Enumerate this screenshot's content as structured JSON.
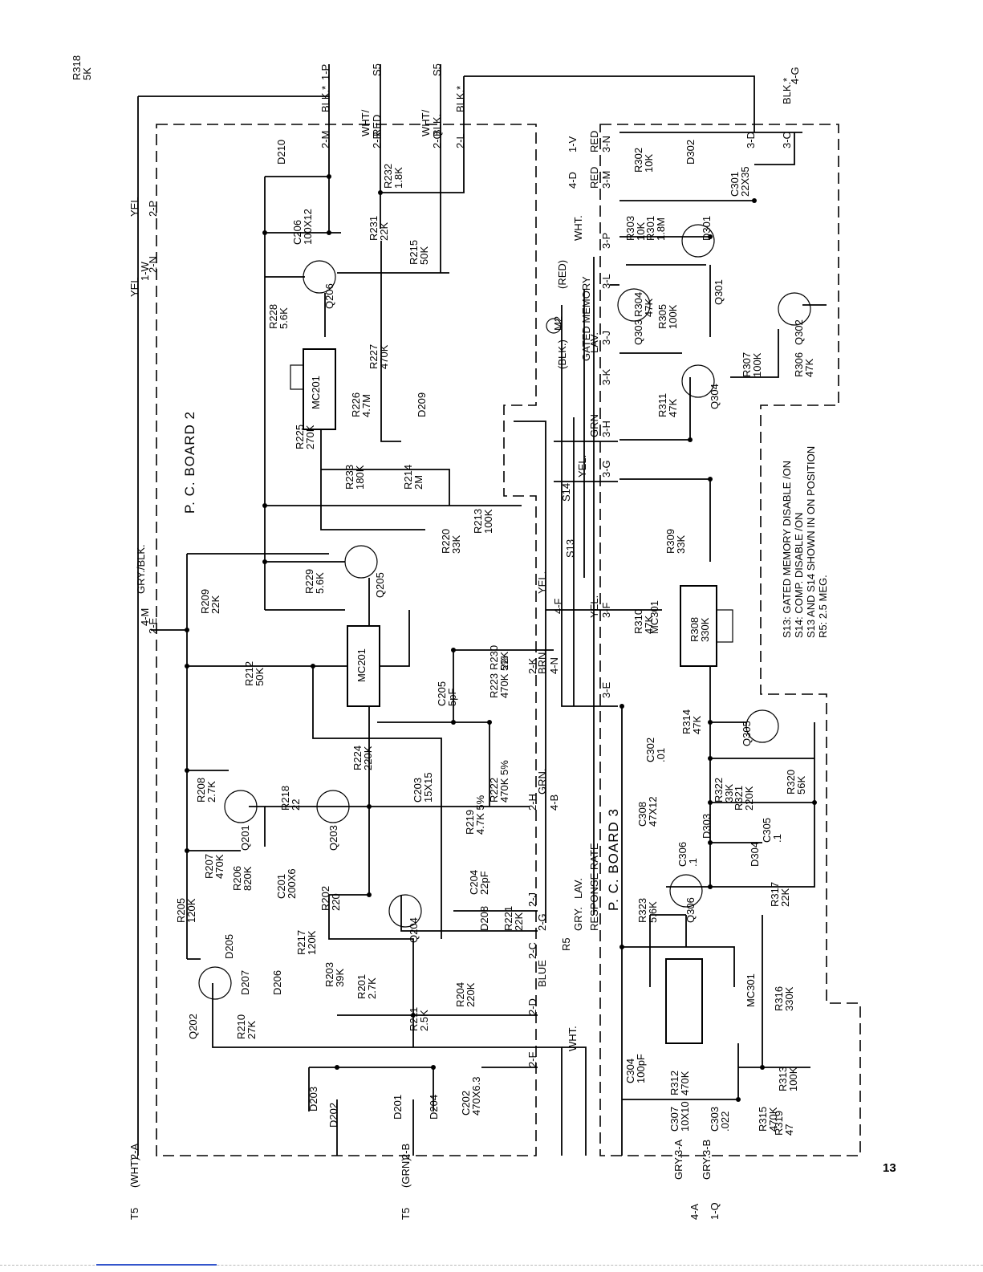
{
  "page": {
    "number": "13"
  },
  "boards": [
    {
      "label": "P. C. BOARD 2"
    },
    {
      "label": "P. C. BOARD 3"
    }
  ],
  "notes": [
    "S13: GATED MEMORY DISABLE /ON",
    "S14: COMP. DISABLE /ON",
    "S13 AND S14 SHOWN IN ON POSITION",
    "R5: 2.5 MEG."
  ],
  "connectors": [
    "1-P",
    "S5",
    "S5",
    "2-M",
    "BLK.*",
    "WHT/",
    "RED",
    "2-R",
    "WHT/",
    "BLK.",
    "2-Q",
    "2-L",
    "BLK.*",
    "YEL",
    "2-P",
    "1-W",
    "YEL",
    "2-N",
    "4-M",
    "GRY./BLK.",
    "2-E",
    "T5",
    "(WHT)",
    "2-A",
    "T5",
    "(GRN)",
    "2-B",
    "2-F",
    "2-D",
    "2-C",
    "2-G",
    "BLUE",
    "GRY.",
    "LAV.",
    "2-J",
    "2-H",
    "GRN.",
    "4-B",
    "2-K",
    "BRN.",
    "4-N",
    "YEL.",
    "4-F",
    "YEL.",
    "3-F",
    "3-E",
    "3-G",
    "3-H",
    "GRN",
    "3-K",
    "LAV.",
    "3-J",
    "3-L",
    "3-P",
    "WHT.",
    "3-M",
    "RED",
    "4-D",
    "3-N",
    "RED",
    "1-V",
    "3-D",
    "3-C",
    "BLK.*",
    "4-G",
    "3-A",
    "GRY.",
    "4-A",
    "3-B",
    "GRY.",
    "1-Q",
    "WHT.",
    "RESPONSE RATE",
    "R5",
    "(BLK.)",
    "(RED)",
    "GATED MEMORY",
    "M2",
    "YEL."
  ],
  "components": [
    {
      "ref": "D210"
    },
    {
      "ref": "R232",
      "value": "1.8K"
    },
    {
      "ref": "C206",
      "value": "100X12"
    },
    {
      "ref": "R231",
      "value": "22K"
    },
    {
      "ref": "R215",
      "value": "50K"
    },
    {
      "ref": "Q206"
    },
    {
      "ref": "R228",
      "value": "5.6K"
    },
    {
      "ref": "MC201"
    },
    {
      "ref": "R227",
      "value": "470K"
    },
    {
      "ref": "R226",
      "value": "4.7M"
    },
    {
      "ref": "D209"
    },
    {
      "ref": "R225",
      "value": "270K"
    },
    {
      "ref": "R233",
      "value": "180K"
    },
    {
      "ref": "R214",
      "value": "2M"
    },
    {
      "ref": "R213",
      "value": "100K"
    },
    {
      "ref": "R220",
      "value": "33K"
    },
    {
      "ref": "Q205"
    },
    {
      "ref": "R229",
      "value": "5.6K"
    },
    {
      "ref": "R209",
      "value": "22K"
    },
    {
      "ref": "R212",
      "value": "50K"
    },
    {
      "ref": "MC201"
    },
    {
      "ref": "R230",
      "value": "22K"
    },
    {
      "ref": "C205",
      "value": "5pF"
    },
    {
      "ref": "R223",
      "value": "470K 5%"
    },
    {
      "ref": "R208",
      "value": "2.7K"
    },
    {
      "ref": "Q201"
    },
    {
      "ref": "R218",
      "value": "22"
    },
    {
      "ref": "Q203"
    },
    {
      "ref": "R224",
      "value": "220K"
    },
    {
      "ref": "C203",
      "value": "15X15"
    },
    {
      "ref": "R222",
      "value": "470K 5%"
    },
    {
      "ref": "R219",
      "value": "4.7K 5%"
    },
    {
      "ref": "R207",
      "value": "470K"
    },
    {
      "ref": "R206",
      "value": "820K"
    },
    {
      "ref": "C201",
      "value": "200X6"
    },
    {
      "ref": "R202",
      "value": "220"
    },
    {
      "ref": "C204",
      "value": "22pF"
    },
    {
      "ref": "Q204"
    },
    {
      "ref": "D208"
    },
    {
      "ref": "R221",
      "value": "22K"
    },
    {
      "ref": "R205",
      "value": "120K"
    },
    {
      "ref": "R217",
      "value": "120K"
    },
    {
      "ref": "D205"
    },
    {
      "ref": "D207"
    },
    {
      "ref": "D206"
    },
    {
      "ref": "Q202"
    },
    {
      "ref": "R210",
      "value": "27K"
    },
    {
      "ref": "R203",
      "value": "39K"
    },
    {
      "ref": "R201",
      "value": "2.7K"
    },
    {
      "ref": "R211",
      "value": "2.5K"
    },
    {
      "ref": "R204",
      "value": "220K"
    },
    {
      "ref": "D203"
    },
    {
      "ref": "D202"
    },
    {
      "ref": "D201"
    },
    {
      "ref": "D204"
    },
    {
      "ref": "C202",
      "value": "470X6.3"
    },
    {
      "ref": "S14"
    },
    {
      "ref": "S13"
    },
    {
      "ref": "R302",
      "value": "10K"
    },
    {
      "ref": "D302"
    },
    {
      "ref": "C301",
      "value": "22X35"
    },
    {
      "ref": "R303",
      "value": "10K"
    },
    {
      "ref": "R301",
      "value": "1.8M"
    },
    {
      "ref": "D301"
    },
    {
      "ref": "R304",
      "value": "47K"
    },
    {
      "ref": "R305",
      "value": "100K"
    },
    {
      "ref": "Q301"
    },
    {
      "ref": "Q303"
    },
    {
      "ref": "Q302"
    },
    {
      "ref": "R307",
      "value": "100K"
    },
    {
      "ref": "R306",
      "value": "47K"
    },
    {
      "ref": "Q304"
    },
    {
      "ref": "R311",
      "value": "47K"
    },
    {
      "ref": "R309",
      "value": "33K"
    },
    {
      "ref": "R310",
      "value": "47K"
    },
    {
      "ref": "MC301"
    },
    {
      "ref": "R308",
      "value": "330K"
    },
    {
      "ref": "R314",
      "value": "47K"
    },
    {
      "ref": "Q305"
    },
    {
      "ref": "C302",
      "value": ".01"
    },
    {
      "ref": "R322",
      "value": "33K"
    },
    {
      "ref": "R321",
      "value": "220K"
    },
    {
      "ref": "R320",
      "value": "56K"
    },
    {
      "ref": "C308",
      "value": "47X12"
    },
    {
      "ref": "D303"
    },
    {
      "ref": "C305",
      "value": ".1"
    },
    {
      "ref": "C306",
      "value": ".1"
    },
    {
      "ref": "D304"
    },
    {
      "ref": "Q306"
    },
    {
      "ref": "R323",
      "value": "5.6K"
    },
    {
      "ref": "R317",
      "value": "22K"
    },
    {
      "ref": "MC301"
    },
    {
      "ref": "R316",
      "value": "330K"
    },
    {
      "ref": "C304",
      "value": "100pF"
    },
    {
      "ref": "R312",
      "value": "470K"
    },
    {
      "ref": "R313",
      "value": "100K"
    },
    {
      "ref": "C307",
      "value": "10X10"
    },
    {
      "ref": "C303",
      "value": ".022"
    },
    {
      "ref": "R315",
      "value": "470K"
    },
    {
      "ref": "R319",
      "value": "47"
    },
    {
      "ref": "R318",
      "value": "5K"
    }
  ]
}
